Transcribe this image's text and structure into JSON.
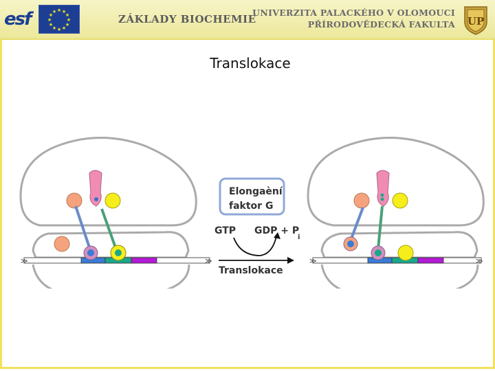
{
  "header": {
    "logo_text": "esf",
    "title": "ZÁKLADY BIOCHEMIE",
    "university_line1": "UNIVERZITA PALACKÉHO V OLOMOUCI",
    "university_line2": "PŘÍRODOVĚDECKÁ FAKULTA",
    "accent_color": "#f2e25a",
    "eu_blue": "#1c3f94",
    "seal_letters": "UP"
  },
  "slide": {
    "title": "Translokace"
  },
  "diagram": {
    "factor_label_line1": "Elongaèní",
    "factor_label_line2": "faktor G",
    "gtp_label": "GTP",
    "gdp_label": "GDP + P",
    "pi_subscript": "i",
    "arrow_label": "Translokace",
    "colors": {
      "ribosome_outline": "#aaaaaa",
      "trna_pink": "#f08cb4",
      "orange_ball": "#f4a37c",
      "yellow_ball": "#f6ee1a",
      "blue_codon": "#3a7bd5",
      "teal_codon": "#1aa88a",
      "purple_codon": "#b41ad6",
      "factor_box_border": "#8fa8d8",
      "blue_trna_stem": "#6a8bc8",
      "green_trna_stem": "#4aa07a"
    }
  }
}
